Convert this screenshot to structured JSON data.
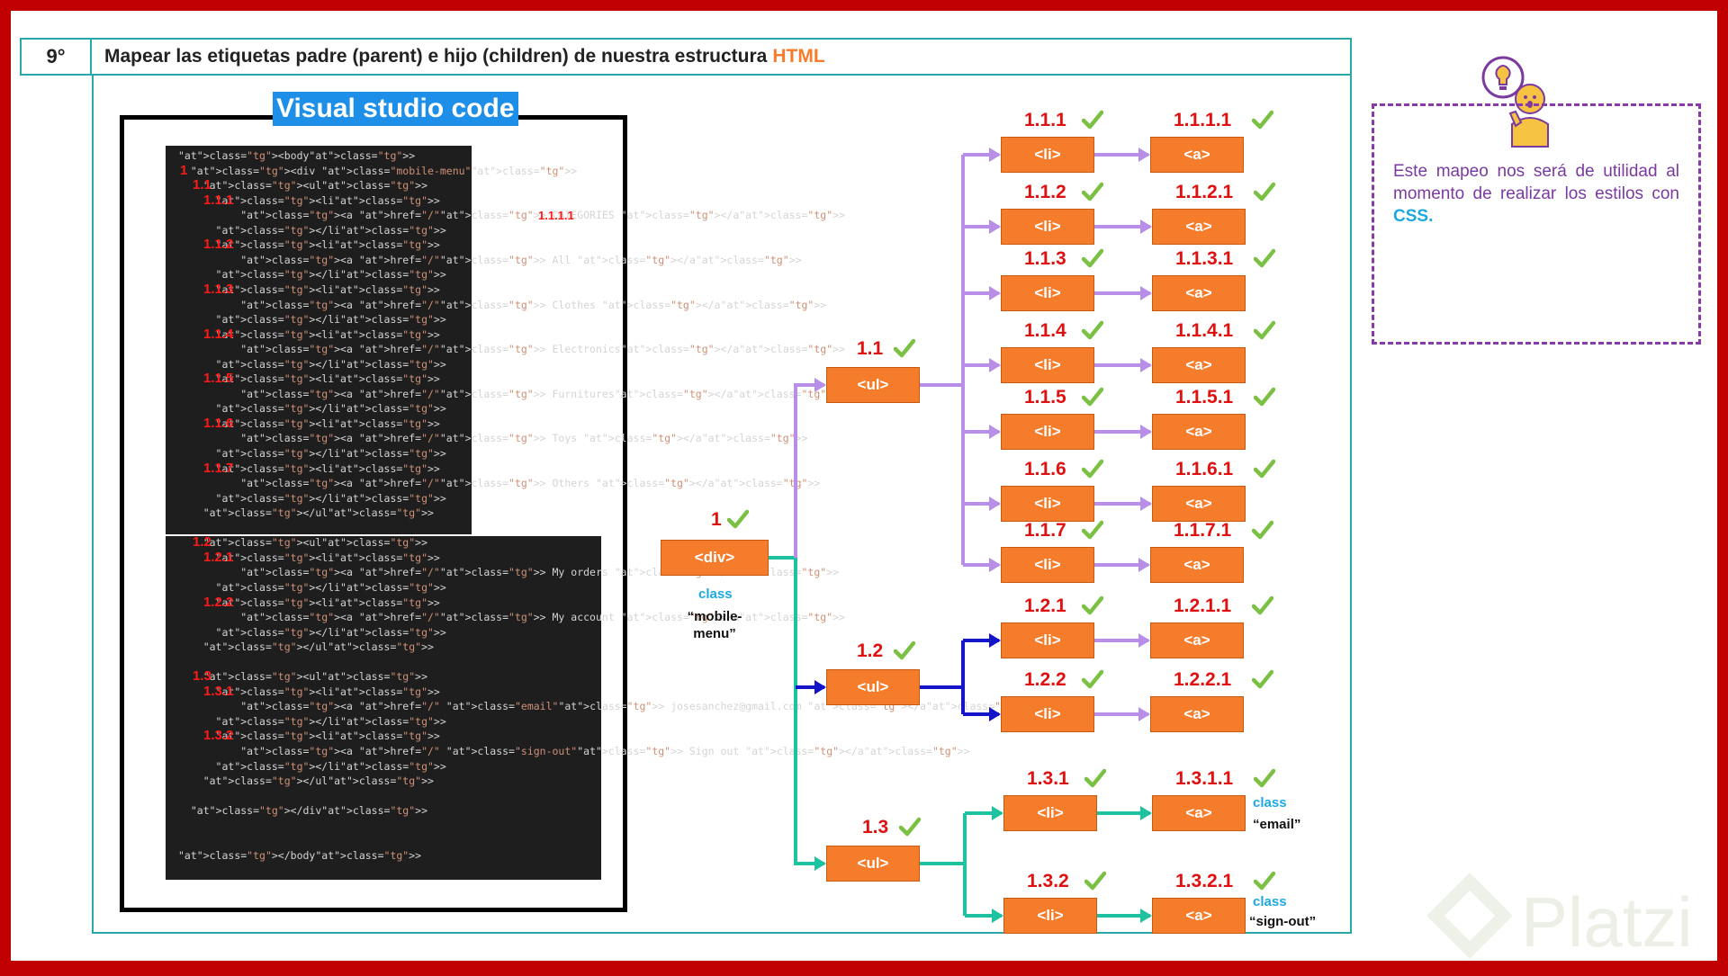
{
  "header": {
    "step": "9°",
    "title": "Mapear las etiquetas padre (parent) e hijo (children) de nuestra estructura",
    "title_highlight": "HTML"
  },
  "editor": {
    "title": "Visual studio code",
    "aside_label": "1.1.1.1",
    "lines": [
      {
        "num": "",
        "text": "<body>"
      },
      {
        "num": "1",
        "text": "  <div class=\"mobile-menu\">"
      },
      {
        "num": "1.1",
        "text": "    <ul>"
      },
      {
        "num": "1.1.1",
        "text": "      <li>"
      },
      {
        "num": "",
        "text": "          <a href=\"/\"> CATEGORIES </a>"
      },
      {
        "num": "",
        "text": "      </li>"
      },
      {
        "num": "1.1.2",
        "text": "      <li>"
      },
      {
        "num": "",
        "text": "          <a href=\"/\"> All </a>"
      },
      {
        "num": "",
        "text": "      </li>"
      },
      {
        "num": "1.1.3",
        "text": "      <li>"
      },
      {
        "num": "",
        "text": "          <a href=\"/\"> Clothes </a>"
      },
      {
        "num": "",
        "text": "      </li>"
      },
      {
        "num": "1.1.4",
        "text": "      <li>"
      },
      {
        "num": "",
        "text": "          <a href=\"/\"> Electronics</a>"
      },
      {
        "num": "",
        "text": "      </li>"
      },
      {
        "num": "1.1.5",
        "text": "      <li>"
      },
      {
        "num": "",
        "text": "          <a href=\"/\"> Furnitures</a>"
      },
      {
        "num": "",
        "text": "      </li>"
      },
      {
        "num": "1.1.6",
        "text": "      <li>"
      },
      {
        "num": "",
        "text": "          <a href=\"/\"> Toys </a>"
      },
      {
        "num": "",
        "text": "      </li>"
      },
      {
        "num": "1.1.7",
        "text": "      <li>"
      },
      {
        "num": "",
        "text": "          <a href=\"/\"> Others </a>"
      },
      {
        "num": "",
        "text": "      </li>"
      },
      {
        "num": "",
        "text": "    </ul>"
      },
      {
        "num": "",
        "text": ""
      },
      {
        "num": "1.2",
        "text": "    <ul>"
      },
      {
        "num": "1.2.1",
        "text": "      <li>"
      },
      {
        "num": "",
        "text": "          <a href=\"/\"> My orders </a>"
      },
      {
        "num": "",
        "text": "      </li>"
      },
      {
        "num": "1.2.2",
        "text": "      <li>"
      },
      {
        "num": "",
        "text": "          <a href=\"/\"> My account </a>"
      },
      {
        "num": "",
        "text": "      </li>"
      },
      {
        "num": "",
        "text": "    </ul>"
      },
      {
        "num": "",
        "text": ""
      },
      {
        "num": "1.3",
        "text": "    <ul>"
      },
      {
        "num": "1.3.1",
        "text": "      <li>"
      },
      {
        "num": "",
        "text": "          <a href=\"/\" class=\"email\"> josesanchez@gmail.com </a>"
      },
      {
        "num": "",
        "text": "      </li>"
      },
      {
        "num": "1.3.2",
        "text": "      <li>"
      },
      {
        "num": "",
        "text": "          <a href=\"/\" class=\"sign-out\"> Sign out </a>"
      },
      {
        "num": "",
        "text": "      </li>"
      },
      {
        "num": "",
        "text": "    </ul>"
      },
      {
        "num": "",
        "text": ""
      },
      {
        "num": "",
        "text": "  </div>"
      },
      {
        "num": "",
        "text": ""
      },
      {
        "num": "",
        "text": ""
      },
      {
        "num": "",
        "text": "</body>"
      }
    ]
  },
  "tree": {
    "nodes": [
      {
        "id": "div",
        "label": "1",
        "tag": "<div>"
      },
      {
        "id": "ul1",
        "label": "1.1",
        "tag": "<ul>"
      },
      {
        "id": "ul2",
        "label": "1.2",
        "tag": "<ul>"
      },
      {
        "id": "ul3",
        "label": "1.3",
        "tag": "<ul>"
      },
      {
        "id": "li111",
        "label": "1.1.1",
        "tag": "<li>"
      },
      {
        "id": "li112",
        "label": "1.1.2",
        "tag": "<li>"
      },
      {
        "id": "li113",
        "label": "1.1.3",
        "tag": "<li>"
      },
      {
        "id": "li114",
        "label": "1.1.4",
        "tag": "<li>"
      },
      {
        "id": "li115",
        "label": "1.1.5",
        "tag": "<li>"
      },
      {
        "id": "li116",
        "label": "1.1.6",
        "tag": "<li>"
      },
      {
        "id": "li117",
        "label": "1.1.7",
        "tag": "<li>"
      },
      {
        "id": "a1111",
        "label": "1.1.1.1",
        "tag": "<a>"
      },
      {
        "id": "a1121",
        "label": "1.1.2.1",
        "tag": "<a>"
      },
      {
        "id": "a1131",
        "label": "1.1.3.1",
        "tag": "<a>"
      },
      {
        "id": "a1141",
        "label": "1.1.4.1",
        "tag": "<a>"
      },
      {
        "id": "a1151",
        "label": "1.1.5.1",
        "tag": "<a>"
      },
      {
        "id": "a1161",
        "label": "1.1.6.1",
        "tag": "<a>"
      },
      {
        "id": "a1171",
        "label": "1.1.7.1",
        "tag": "<a>"
      },
      {
        "id": "li121",
        "label": "1.2.1",
        "tag": "<li>"
      },
      {
        "id": "li122",
        "label": "1.2.2",
        "tag": "<li>"
      },
      {
        "id": "a1211",
        "label": "1.2.1.1",
        "tag": "<a>"
      },
      {
        "id": "a1221",
        "label": "1.2.2.1",
        "tag": "<a>"
      },
      {
        "id": "li131",
        "label": "1.3.1",
        "tag": "<li>"
      },
      {
        "id": "li132",
        "label": "1.3.2",
        "tag": "<li>"
      },
      {
        "id": "a1311",
        "label": "1.3.1.1",
        "tag": "<a>"
      },
      {
        "id": "a1321",
        "label": "1.3.2.1",
        "tag": "<a>"
      }
    ],
    "class_labels": {
      "div_class": "class",
      "div_value": "“mobile-\nmenu”",
      "email_class": "class",
      "email_value": "“email”",
      "signout_class": "class",
      "signout_value": "“sign-out”"
    },
    "colors": {
      "node": "#f47c2b",
      "purple": "#b98ee8",
      "blue": "#1414c8",
      "teal": "#1ec2a0",
      "check": "#7ac143",
      "label": "#e01010"
    }
  },
  "note": {
    "text": "Este mapeo nos será de utilidad al momento de realizar los estilos con",
    "highlight": "CSS."
  },
  "watermark": {
    "text": "Platzi"
  }
}
